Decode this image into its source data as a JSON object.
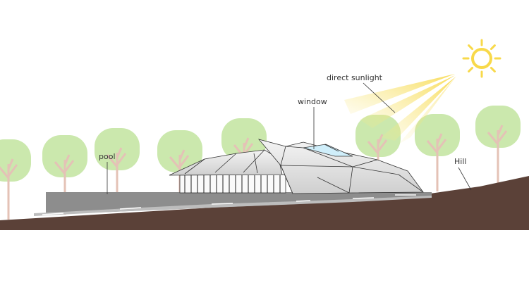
{
  "labels": {
    "sunlight": "direct sunlight",
    "window": "window",
    "pool": "pool",
    "hill": "Hill"
  },
  "colors": {
    "ground": "#5b4138",
    "tree_canopy": "#cbe8ad",
    "tree_trunk": "#e4c2b6",
    "sun": "#f8d94a",
    "pool_wall": "#8a8a8a",
    "roof": "#e6e6e6",
    "window_glass": "#cfeefa"
  }
}
